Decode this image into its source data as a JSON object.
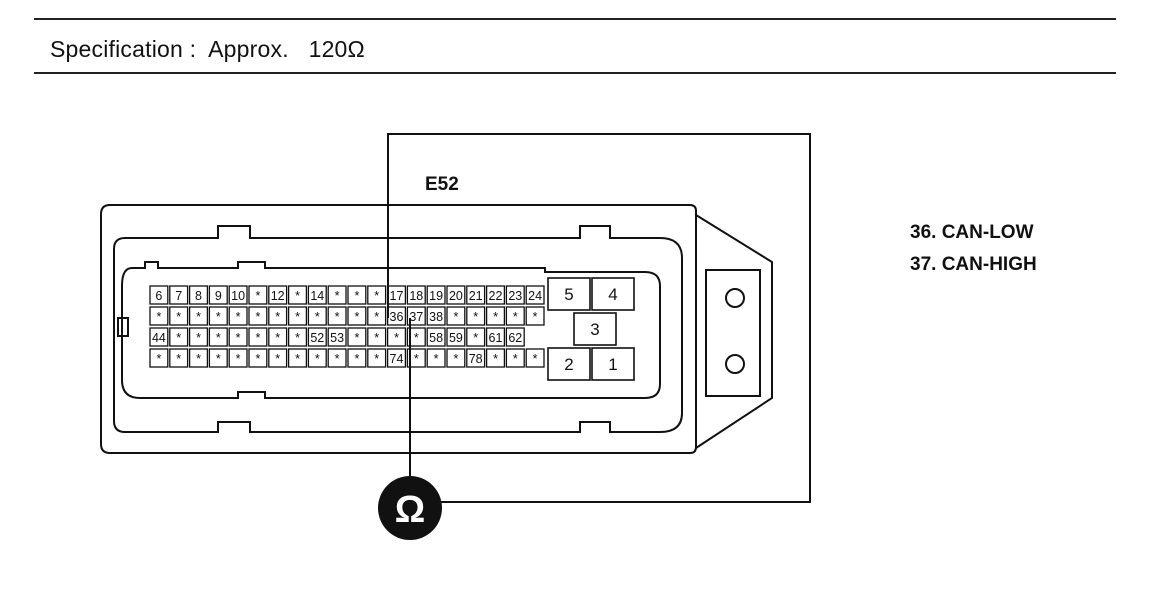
{
  "specification": {
    "label": "Specification",
    "separator": ":",
    "value": "Approx.",
    "resistance": "120Ω"
  },
  "connector": {
    "name": "E52",
    "grid_rows": [
      [
        "6",
        "7",
        "8",
        "9",
        "10",
        "*",
        "12",
        "*",
        "14",
        "*",
        "*",
        "*",
        "17",
        "18",
        "19",
        "20",
        "21",
        "22",
        "23",
        "24"
      ],
      [
        "*",
        "*",
        "*",
        "*",
        "*",
        "*",
        "*",
        "*",
        "*",
        "*",
        "*",
        "*",
        "36",
        "37",
        "38",
        "*",
        "*",
        "*",
        "*",
        "*"
      ],
      [
        "44",
        "*",
        "*",
        "*",
        "*",
        "*",
        "*",
        "*",
        "52",
        "53",
        "*",
        "*",
        "*",
        "*",
        "58",
        "59",
        "*",
        "61",
        "62",
        ""
      ],
      [
        "*",
        "*",
        "*",
        "*",
        "*",
        "*",
        "*",
        "*",
        "*",
        "*",
        "*",
        "*",
        "74",
        "*",
        "*",
        "*",
        "78",
        "*",
        "*",
        "*"
      ]
    ],
    "large_pins": [
      "5",
      "4",
      "3",
      "2",
      "1"
    ]
  },
  "meter_symbol": "Ω",
  "legend": [
    {
      "pin": "36.",
      "signal": "CAN-LOW"
    },
    {
      "pin": "37.",
      "signal": "CAN-HIGH"
    }
  ],
  "colors": {
    "line": "#111111",
    "meter_fill": "#111111",
    "meter_text": "#ffffff"
  }
}
